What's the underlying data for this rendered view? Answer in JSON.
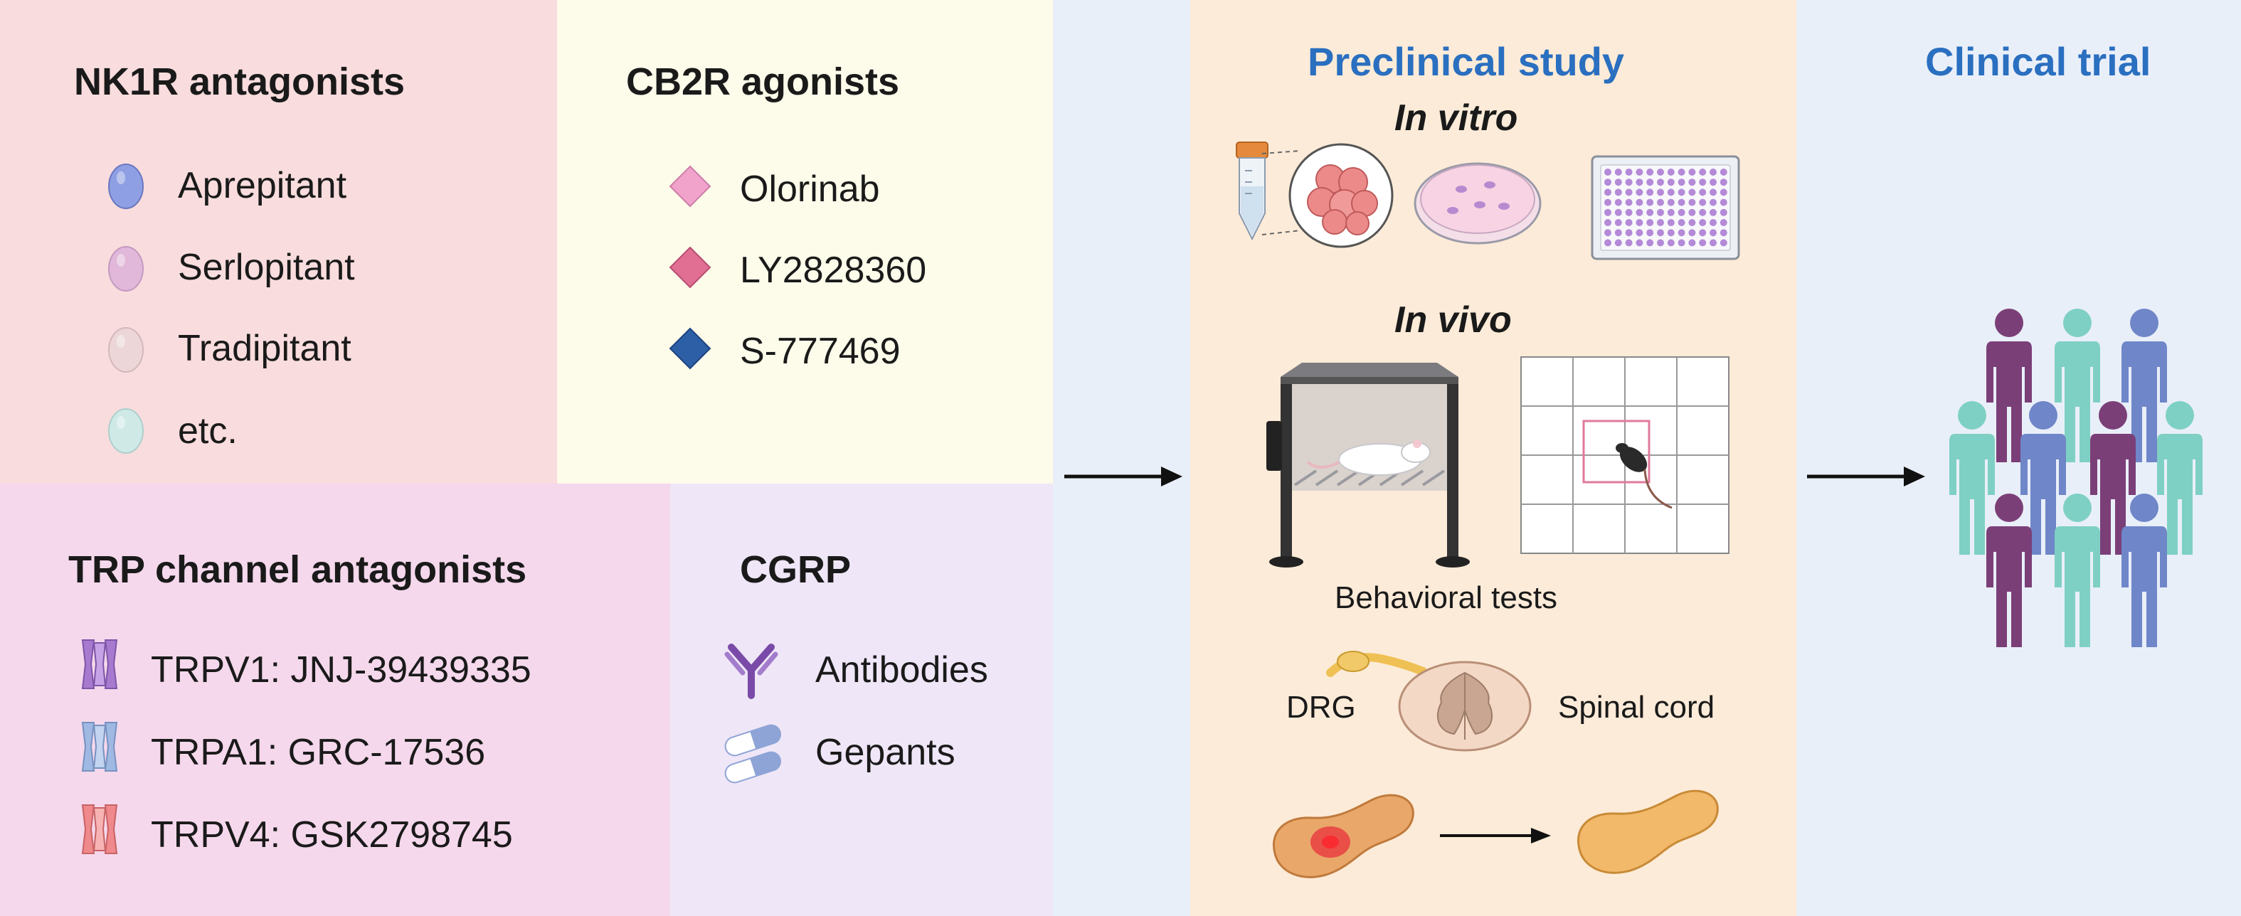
{
  "nk1r": {
    "title": "NK1R antagonists",
    "items": [
      {
        "label": "Aprepitant",
        "color": "#8f9fe3"
      },
      {
        "label": "Serlopitant",
        "color": "#e1b8d9"
      },
      {
        "label": "Tradipitant",
        "color": "#ecd6d8"
      },
      {
        "label": "etc.",
        "color": "#cfe9e7"
      }
    ]
  },
  "cb2r": {
    "title": "CB2R agonists",
    "items": [
      {
        "label": "Olorinab",
        "color": "#f1a3cc"
      },
      {
        "label": "LY2828360",
        "color": "#e06f93"
      },
      {
        "label": "S-777469",
        "color": "#2d5fa6"
      }
    ]
  },
  "trp": {
    "title": "TRP channel antagonists",
    "items": [
      {
        "label": "TRPV1: JNJ-39439335",
        "color": "#a77ad0"
      },
      {
        "label": "TRPA1: GRC-17536",
        "color": "#9fb9e3"
      },
      {
        "label": "TRPV4: GSK2798745",
        "color": "#f0898b"
      }
    ]
  },
  "cgrp": {
    "title": "CGRP",
    "items": [
      {
        "label": "Antibodies",
        "icon": "antibody-icon"
      },
      {
        "label": "Gepants",
        "icon": "capsule-icon"
      }
    ]
  },
  "preclinical": {
    "title": "Preclinical study",
    "in_vitro": "In vitro",
    "in_vivo": "In vivo",
    "behavioral": "Behavioral tests",
    "drg": "DRG",
    "spinal": "Spinal cord"
  },
  "clinical": {
    "title": "Clinical trial"
  },
  "colors": {
    "nk1r_bg": "#f9dcdd",
    "cb2r_bg": "#fdfbea",
    "trp_bg": "#f5d8ec",
    "cgrp_bg": "#efe6f7",
    "stage_bg": "#e9eff9",
    "preclinical_bg": "#fcebd8",
    "title_blue": "#2a6fc0"
  }
}
